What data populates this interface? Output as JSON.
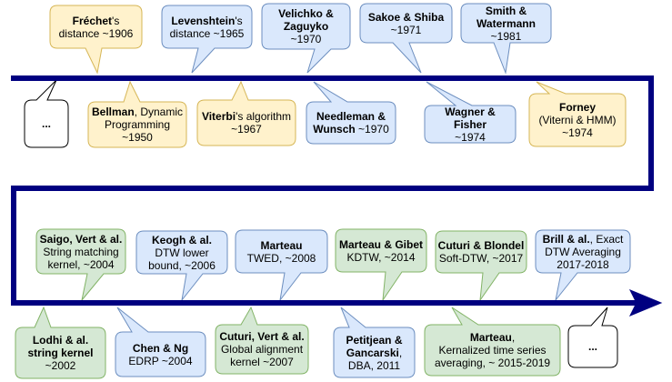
{
  "colors": {
    "timeline": "#000080",
    "yellow_fill": "#fff2cc",
    "yellow_stroke": "#d6b656",
    "blue_fill": "#dae8fc",
    "blue_stroke": "#6c8ebf",
    "green_fill": "#d5e8d4",
    "green_stroke": "#82b366",
    "white_fill": "#ffffff",
    "white_stroke": "#000000"
  },
  "callouts": [
    {
      "id": "frechet",
      "color": "yellow",
      "name": "Fréchet",
      "suffix": "'s",
      "detail": "distance ~1906"
    },
    {
      "id": "levenshtein",
      "color": "blue",
      "name": "Levenshtein",
      "suffix": "'s",
      "detail": "distance ~1965"
    },
    {
      "id": "velichko",
      "color": "blue",
      "name": "Velichko & Zaguyko",
      "suffix": "",
      "detail": "~1970"
    },
    {
      "id": "sakoe",
      "color": "blue",
      "name": "Sakoe & Shiba",
      "suffix": "",
      "detail": "~1971"
    },
    {
      "id": "smith",
      "color": "blue",
      "name": "Smith & Watermann",
      "suffix": "",
      "detail": "~1981"
    },
    {
      "id": "ellipsis-1",
      "color": "white",
      "name": "...",
      "suffix": "",
      "detail": ""
    },
    {
      "id": "bellman",
      "color": "yellow",
      "name": "Bellman",
      "suffix": ", Dynamic",
      "detail": "Programming ~1950"
    },
    {
      "id": "viterbi",
      "color": "yellow",
      "name": "Viterbi",
      "suffix": "'s algorithm",
      "detail": "~1967"
    },
    {
      "id": "needleman",
      "color": "blue",
      "name": "Needleman & Wunsch",
      "suffix": "",
      "detail": " ~1970"
    },
    {
      "id": "wagner",
      "color": "blue",
      "name": "Wagner & Fisher",
      "suffix": "",
      "detail": " ~1974"
    },
    {
      "id": "forney",
      "color": "yellow",
      "name": "Forney",
      "suffix": "",
      "detail": "(Viterni & HMM) ~1974"
    },
    {
      "id": "saigo",
      "color": "green",
      "name": "Saigo, Vert & al.",
      "suffix": "",
      "detail": "String matching kernel, ~2004"
    },
    {
      "id": "keogh",
      "color": "blue",
      "name": "Keogh & al.",
      "suffix": "",
      "detail": "DTW lower bound, ~2006"
    },
    {
      "id": "marteau-twed",
      "color": "blue",
      "name": "Marteau",
      "suffix": "",
      "detail": "TWED, ~2008"
    },
    {
      "id": "marteau-gibet",
      "color": "green",
      "name": "Marteau & Gibet",
      "suffix": "",
      "detail": "KDTW, ~2014"
    },
    {
      "id": "cuturi-blondel",
      "color": "green",
      "name": "Cuturi & Blondel",
      "suffix": "",
      "detail": "Soft-DTW, ~2017"
    },
    {
      "id": "brill",
      "color": "blue",
      "name": "Brill & al.",
      "suffix": ", Exact",
      "detail": "DTW Averaging 2017-2018"
    },
    {
      "id": "lodhi",
      "color": "green",
      "name": "Lodhi & al. string kernel",
      "suffix": "",
      "detail": "~2002"
    },
    {
      "id": "chen",
      "color": "blue",
      "name": "Chen & Ng",
      "suffix": "",
      "detail": "EDRP ~2004"
    },
    {
      "id": "cuturi-vert",
      "color": "green",
      "name": "Cuturi, Vert & al.",
      "suffix": "",
      "detail": "Global alignment kernel ~2007"
    },
    {
      "id": "petitjean",
      "color": "blue",
      "name": "Petitjean & Gancarski",
      "suffix": ",",
      "detail": "DBA, 2011"
    },
    {
      "id": "marteau-krn",
      "color": "green",
      "name": "Marteau",
      "suffix": ",",
      "detail": "Kernalized time series averaging, ~ 2015-2019"
    },
    {
      "id": "ellipsis-2",
      "color": "white",
      "name": "...",
      "suffix": "",
      "detail": ""
    }
  ]
}
